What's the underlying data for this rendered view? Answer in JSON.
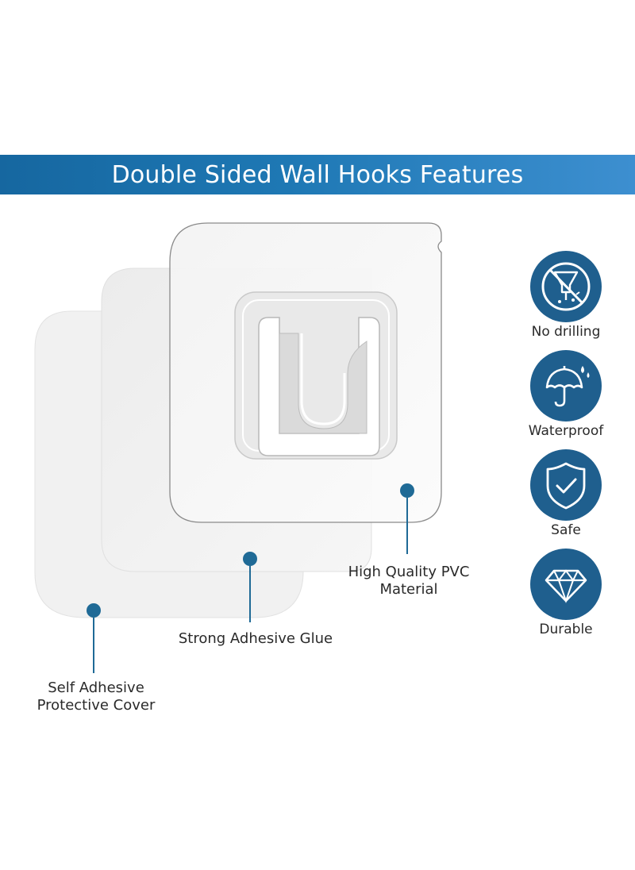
{
  "banner": {
    "title": "Double Sided Wall Hooks Features"
  },
  "callouts": [
    {
      "lines": [
        "High Quality PVC",
        "Material"
      ]
    },
    {
      "lines": [
        "Strong Adhesive Glue"
      ]
    },
    {
      "lines": [
        "Self Adhesive",
        "Protective Cover"
      ]
    }
  ],
  "features": [
    {
      "label": "No drilling",
      "icon": "no-drilling-icon"
    },
    {
      "label": "Waterproof",
      "icon": "umbrella-icon"
    },
    {
      "label": "Safe",
      "icon": "shield-check-icon"
    },
    {
      "label": "Durable",
      "icon": "diamond-icon"
    }
  ],
  "colors": {
    "banner_start": "#1667a0",
    "banner_end": "#3d8fd0",
    "accent_dot": "#1f6a96",
    "icon_circle": "#1f5f8e"
  }
}
